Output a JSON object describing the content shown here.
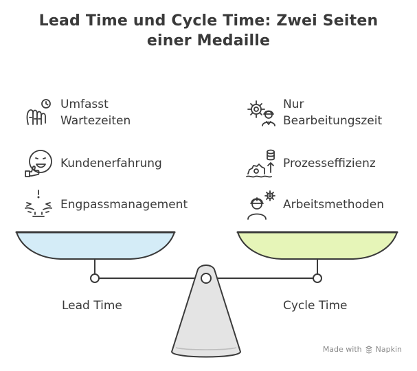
{
  "title": {
    "line1": "Lead Time und Cycle Time: Zwei Seiten",
    "line2": "einer Medaille"
  },
  "left": {
    "label": "Lead Time",
    "pan_color": "#d4ecf7",
    "items": [
      {
        "line1": "Umfasst",
        "line2": "Wartezeiten",
        "icon": "hand-clock-icon"
      },
      {
        "line1": "Kundenerfahrung",
        "line2": "",
        "icon": "smiley-thumbs-up-icon"
      },
      {
        "line1": "Engpassmanagement",
        "line2": "",
        "icon": "bottleneck-face-icon"
      }
    ]
  },
  "right": {
    "label": "Cycle Time",
    "pan_color": "#e6f5b8",
    "items": [
      {
        "line1": "Nur",
        "line2": "Bearbeitungszeit",
        "icon": "gear-worker-icon"
      },
      {
        "line1": "Prozesseffizienz",
        "line2": "",
        "icon": "gear-database-arrow-icon"
      },
      {
        "line1": "Arbeitsmethoden",
        "line2": "",
        "icon": "worker-gear-icon"
      }
    ]
  },
  "footer": {
    "made_with": "Made with",
    "brand": "Napkin"
  }
}
